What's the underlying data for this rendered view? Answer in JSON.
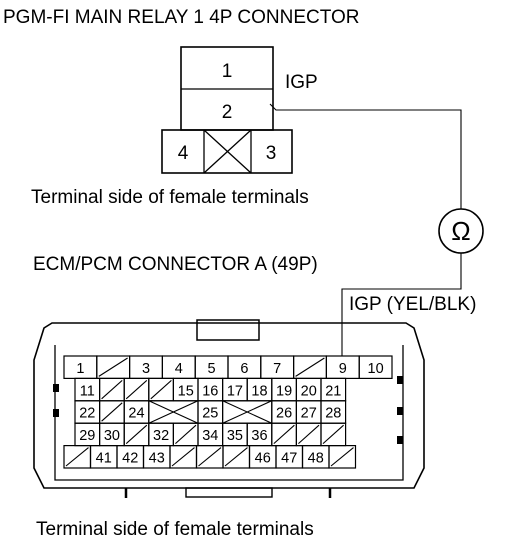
{
  "relay": {
    "title": "PGM-FI MAIN RELAY 1 4P CONNECTOR",
    "terminal_1": "1",
    "terminal_2": "2",
    "terminal_3": "3",
    "terminal_4": "4",
    "wire_label": "IGP",
    "caption": "Terminal side of female terminals"
  },
  "meter": {
    "symbol": "Ω"
  },
  "ecm": {
    "title": "ECM/PCM CONNECTOR A (49P)",
    "wire_label": "IGP (YEL/BLK)",
    "caption": "Terminal side of female terminals",
    "rows": [
      [
        "1",
        "/",
        "3",
        "4",
        "5",
        "6",
        "7",
        "/",
        "9",
        "10"
      ],
      [
        "11",
        "/",
        "/",
        "/",
        "15",
        "16",
        "17",
        "18",
        "19",
        "20",
        "21"
      ],
      [
        "22",
        "/",
        "24",
        "X",
        "X",
        "25",
        "X",
        "X",
        "26",
        "27",
        "28"
      ],
      [
        "29",
        "30",
        "/",
        "32",
        "/",
        "34",
        "35",
        "36",
        "/",
        "/",
        "/"
      ],
      [
        "/",
        "41",
        "42",
        "43",
        "/",
        "/",
        "/",
        "46",
        "47",
        "48",
        "/"
      ]
    ]
  }
}
